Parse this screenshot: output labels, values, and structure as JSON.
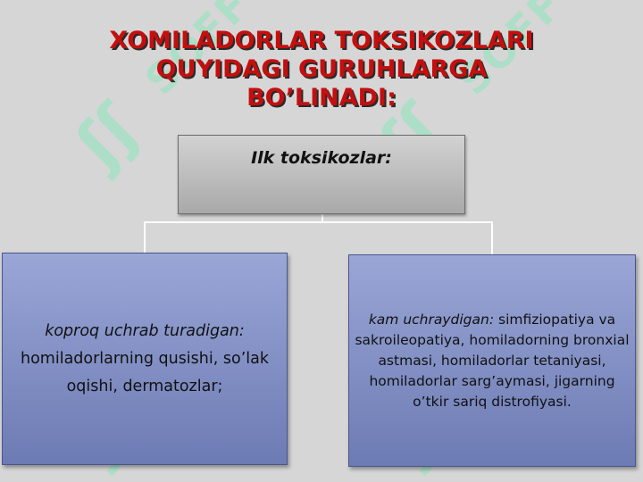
{
  "title": {
    "line1": "XOMILADORLAR TOKSIKOZLARI",
    "line2": "QUYIDAGI GURUHLARGA",
    "line3": "BO’LINADI:"
  },
  "root": {
    "label": "Ilk  toksikozlar:"
  },
  "branches": [
    {
      "italic": "koproq  uchrab turadigan:",
      "text": "homiladorlarning qusishi, so’lak   oqishi, dermatozlar;"
    },
    {
      "italic": "kam uchraydigan:",
      "text": "simfiziopatiya va sakroileopatiya, homiladorning   bronxial astmasi, homiladorlar tetaniyasi, homiladorlar sarg’aymasi, jigarning o’tkir sariq distrofiyasi."
    }
  ],
  "watermark": {
    "letters": "ʃʃ",
    "word": "SOFF"
  },
  "colors": {
    "background": "#d6d6d6",
    "title": "#c40f0f",
    "root_box": "#b5b5b5",
    "leaf_box": "#7d8ac4",
    "connector": "#ffffff",
    "watermark": "#8ce6be"
  }
}
